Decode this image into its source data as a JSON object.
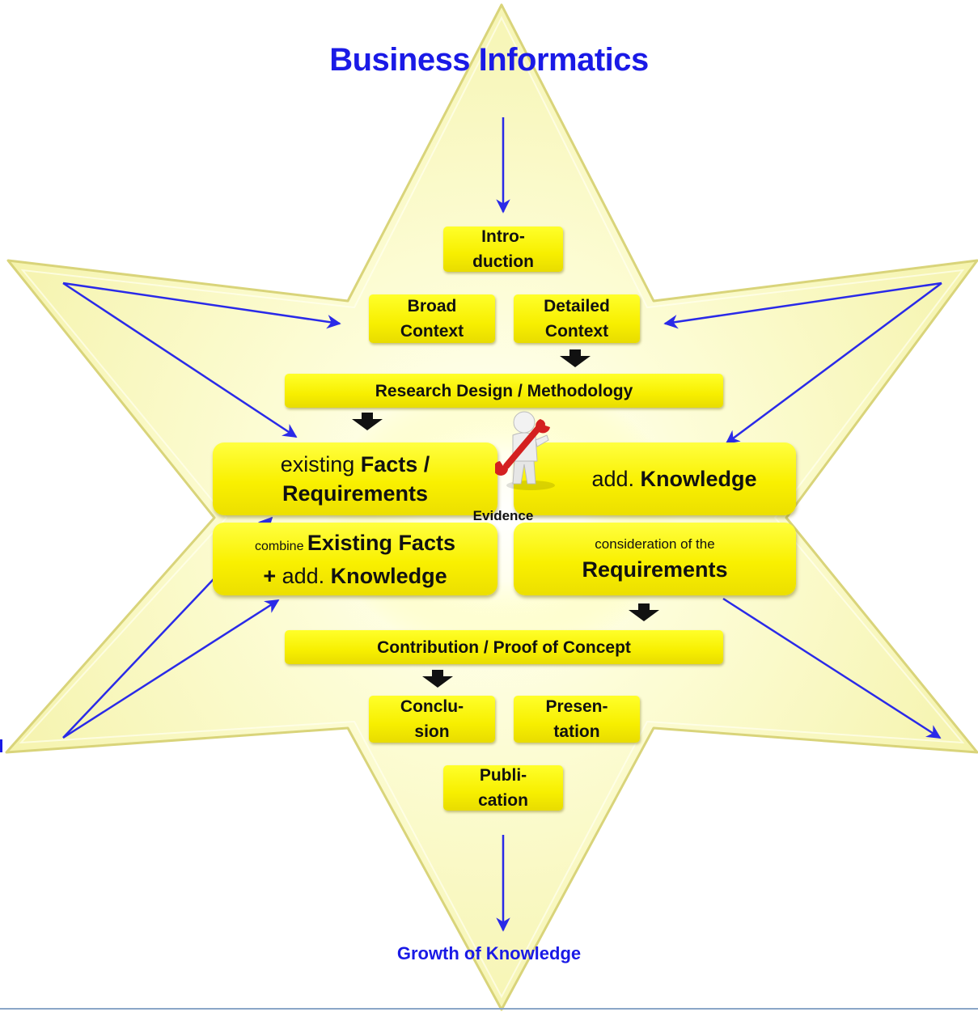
{
  "title": "Business Informatics",
  "footer": "Growth of Knowledge",
  "center_label": "Evidence",
  "boxes": {
    "introduction": [
      "Intro-",
      "duction"
    ],
    "broad_context": [
      "Broad",
      "Context"
    ],
    "detailed_context": [
      "Detailed",
      "Context"
    ],
    "research_design": "Research Design / Methodology",
    "contribution": "Contribution / Proof of Concept",
    "conclusion": [
      "Conclu-",
      "sion"
    ],
    "presentation": [
      "Presen-",
      "tation"
    ],
    "publication": [
      "Publi-",
      "cation"
    ]
  },
  "quadrants": {
    "existing_facts": {
      "prefix": "existing ",
      "bold1": "Facts /",
      "bold2": "Requirements"
    },
    "add_knowledge": {
      "prefix": "add. ",
      "bold": "Knowledge"
    },
    "combine": {
      "small": "combine ",
      "bold1": "Existing Facts",
      "plus": "+ ",
      "thin": "add. ",
      "bold2": "Knowledge"
    },
    "consideration": {
      "small": "consideration of the",
      "bold": "Requirements"
    }
  },
  "colors": {
    "star_fill": "#fbfbc2",
    "star_edge": "#e4e08a",
    "box_fill": "#f7ef00",
    "arrow_blue": "#2a2ae8",
    "title_blue": "#1a1ae6"
  },
  "icons": [
    "person-with-wrench-icon",
    "down-arrow-icon"
  ]
}
